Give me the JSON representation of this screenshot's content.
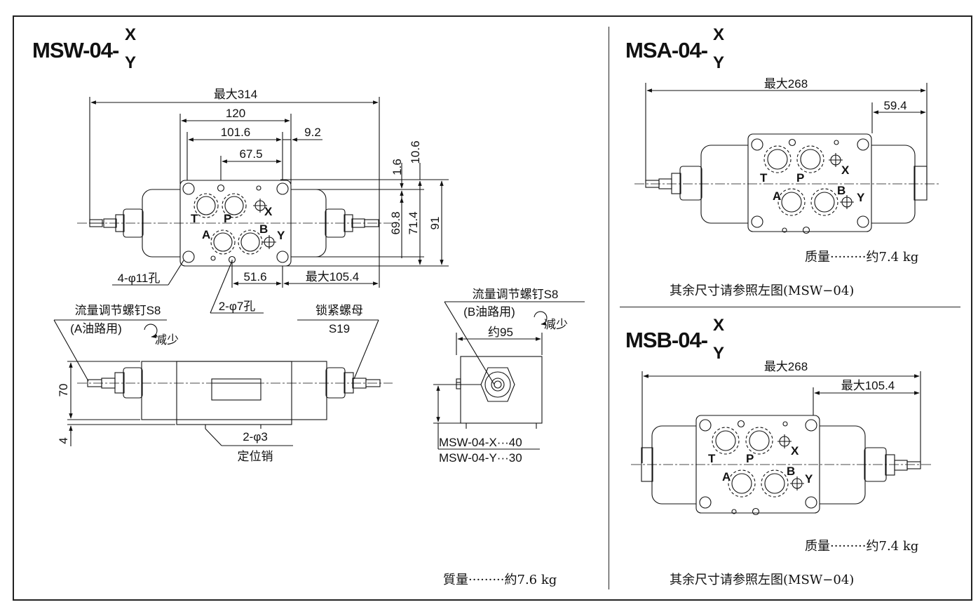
{
  "msw": {
    "model": "MSW-04-",
    "x": "X",
    "y": "Y",
    "dims": {
      "max314": "最大314",
      "d120": "120",
      "d101_6": "101.6",
      "d9_2": "9.2",
      "d67_5": "67.5",
      "d1_6": "1.6",
      "d10_6": "10.6",
      "d69_8": "69.8",
      "d71_4": "71.4",
      "d91": "91",
      "d51_6": "51.6",
      "max105_4": "最大105.4",
      "holes4": "4-φ11孔",
      "holes2": "2-φ7孔",
      "d70": "70",
      "d4": "4"
    },
    "ports": {
      "t": "T",
      "p": "P",
      "x": "X",
      "a": "A",
      "b": "B",
      "y": "Y"
    },
    "screw_a": "流量调节螺钉S8",
    "screw_a_sub": "(A油路用)",
    "reduce": "减少",
    "locknut": "锁紧螺母",
    "locknut_size": "S19",
    "pin": "2-φ3",
    "pin_label": "定位销",
    "side": {
      "screw_b": "流量调节螺钉S8",
      "screw_b_sub": "(B油路用)",
      "reduce": "减少",
      "approx95": "约95",
      "x_height": "MSW-04-X···40",
      "y_height": "MSW-04-Y···30"
    },
    "weight": "質量·········約7.6 kg"
  },
  "msa": {
    "model": "MSA-04-",
    "x": "X",
    "y": "Y",
    "max268": "最大268",
    "d59_4": "59.4",
    "ports": {
      "t": "T",
      "p": "P",
      "x": "X",
      "a": "A",
      "b": "B",
      "y": "Y"
    },
    "weight": "质量·········约7.4 kg",
    "note": "其余尺寸请参照左图(MSW−04)"
  },
  "msb": {
    "model": "MSB-04-",
    "x": "X",
    "y": "Y",
    "max268": "最大268",
    "max105_4": "最大105.4",
    "ports": {
      "t": "T",
      "p": "P",
      "x": "X",
      "a": "A",
      "b": "B",
      "y": "Y"
    },
    "weight": "质量·········约7.4 kg",
    "note": "其余尺寸请参照左图(MSW−04)"
  }
}
